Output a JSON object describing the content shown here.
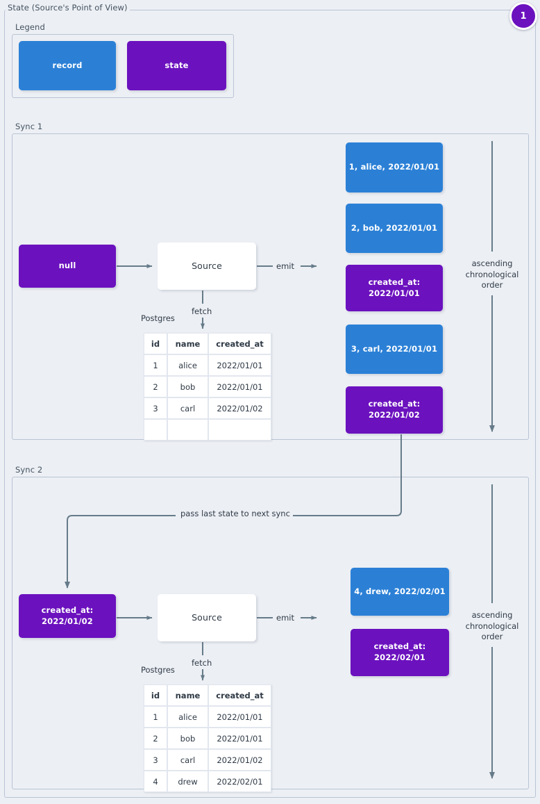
{
  "title": "State (Source's Point of View)",
  "badge": {
    "value": "1"
  },
  "legend": {
    "label": "Legend",
    "items": [
      {
        "name": "record",
        "color": "#2b80d6"
      },
      {
        "name": "state",
        "color": "#6b11be"
      }
    ]
  },
  "colors": {
    "record": "#2b80d6",
    "state": "#6b11be",
    "background": "#eceff4",
    "frame_border": "#b9c4d4",
    "connector": "#667b89",
    "text": "#2f3a46"
  },
  "sync1": {
    "label": "Sync 1",
    "input_state": "null",
    "source": "Source",
    "fetch_label": "fetch",
    "emit_label": "emit",
    "db_label": "Postgres",
    "order_label": "ascending\nchronological\norder",
    "table": {
      "columns": [
        "id",
        "name",
        "created_at"
      ],
      "rows": [
        [
          "1",
          "alice",
          "2022/01/01"
        ],
        [
          "2",
          "bob",
          "2022/01/01"
        ],
        [
          "3",
          "carl",
          "2022/01/02"
        ],
        [
          "",
          "",
          ""
        ]
      ]
    },
    "emitted": [
      {
        "type": "record",
        "text": "1, alice, 2022/01/01"
      },
      {
        "type": "record",
        "text": "2, bob, 2022/01/01"
      },
      {
        "type": "state",
        "text": "created_at:\n2022/01/01"
      },
      {
        "type": "record",
        "text": "3, carl, 2022/01/01"
      },
      {
        "type": "state",
        "text": "created_at:\n2022/01/02"
      }
    ]
  },
  "sync2": {
    "label": "Sync 2",
    "input_state": "created_at:\n2022/01/02",
    "source": "Source",
    "fetch_label": "fetch",
    "emit_label": "emit",
    "db_label": "Postgres",
    "order_label": "ascending\nchronological\norder",
    "pass_label": "pass last state to next sync",
    "table": {
      "columns": [
        "id",
        "name",
        "created_at"
      ],
      "rows": [
        [
          "1",
          "alice",
          "2022/01/01"
        ],
        [
          "2",
          "bob",
          "2022/01/01"
        ],
        [
          "3",
          "carl",
          "2022/01/02"
        ],
        [
          "4",
          "drew",
          "2022/02/01"
        ]
      ]
    },
    "emitted": [
      {
        "type": "record",
        "text": "4, drew, 2022/02/01"
      },
      {
        "type": "state",
        "text": "created_at:\n2022/02/01"
      }
    ]
  }
}
